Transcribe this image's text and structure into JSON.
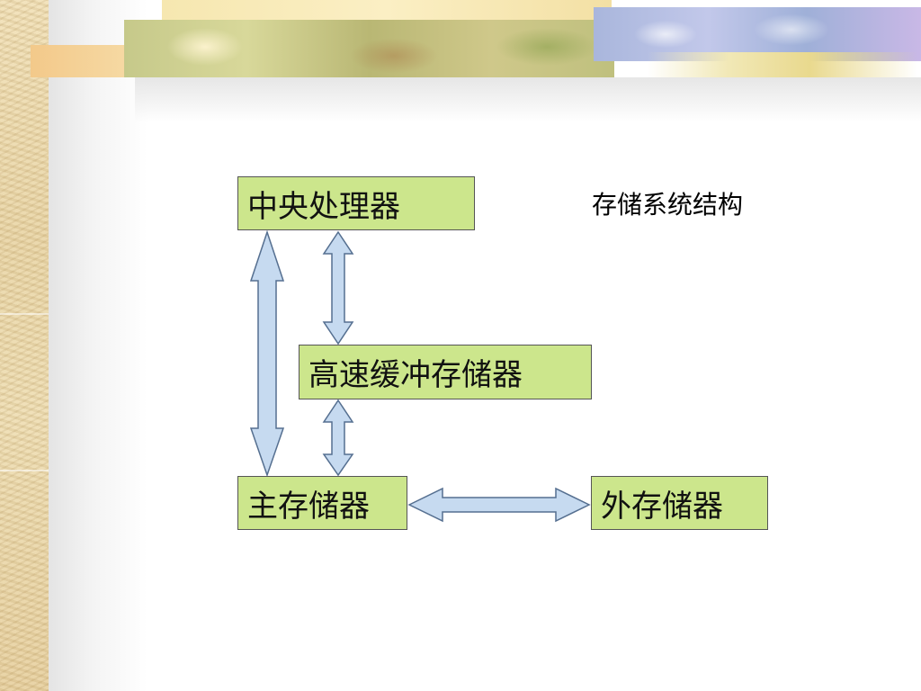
{
  "title": "存储系统结构",
  "nodes": {
    "cpu": "中央处理器",
    "cache": "高速缓冲存储器",
    "main_memory": "主存储器",
    "external_memory": "外存储器"
  },
  "connections": [
    {
      "from": "中央处理器",
      "to": "主存储器",
      "direction": "both"
    },
    {
      "from": "中央处理器",
      "to": "高速缓冲存储器",
      "direction": "both"
    },
    {
      "from": "高速缓冲存储器",
      "to": "主存储器",
      "direction": "both"
    },
    {
      "from": "主存储器",
      "to": "外存储器",
      "direction": "both"
    }
  ],
  "colors": {
    "box_fill": "#cce68c",
    "box_border": "#555555",
    "arrow_fill": "#c6daf0",
    "arrow_stroke": "#556f90"
  }
}
